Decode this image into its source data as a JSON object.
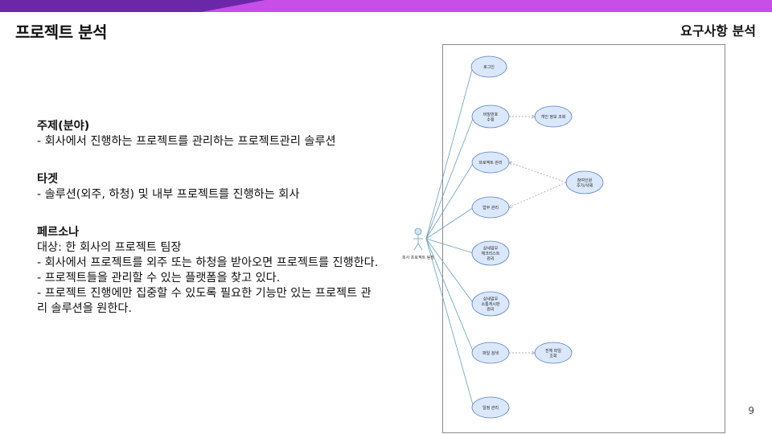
{
  "header": {
    "title": "프로젝트 분석",
    "section": "요구사항 분석"
  },
  "page_number": "9",
  "content": {
    "topic": {
      "heading": "주제(분야)",
      "lines": [
        "- 회사에서 진행하는 프로젝트를 관리하는 프로젝트관리 솔루션"
      ]
    },
    "target": {
      "heading": "타겟",
      "lines": [
        "- 솔루션(외주, 하청) 및 내부 프로젝트를 진행하는 회사"
      ]
    },
    "persona": {
      "heading": "페르소나",
      "lines": [
        "대상: 한 회사의 프로젝트 팀장",
        "- 회사에서 프로젝트를 외주 또는 하청을 받아오면 프로젝트를 진행한다.",
        "- 프로젝트들을 관리할 수 있는 플랫폼을 찾고 있다.",
        "- 프로젝트 진행에만 집중할 수 있도록 필요한 기능만 있는 프로젝트 관",
        "리 솔루션을 원한다."
      ]
    }
  },
  "diagram": {
    "actor": "회사 프로젝트 팀장",
    "use_cases": [
      {
        "id": "login",
        "lines": [
          "로그인"
        ]
      },
      {
        "id": "pw",
        "lines": [
          "비밀번호",
          "수정"
        ]
      },
      {
        "id": "proj",
        "lines": [
          "프로젝트 관리"
        ]
      },
      {
        "id": "task",
        "lines": [
          "업무 관리"
        ]
      },
      {
        "id": "check",
        "lines": [
          "상세업무",
          "체크리스트",
          "관리"
        ]
      },
      {
        "id": "board",
        "lines": [
          "상세업무",
          "소통게시판",
          "관리"
        ]
      },
      {
        "id": "file",
        "lines": [
          "파일 검색"
        ]
      },
      {
        "id": "sched",
        "lines": [
          "일정 관리"
        ]
      },
      {
        "id": "info",
        "lines": [
          "개인 정보 조회"
        ]
      },
      {
        "id": "member",
        "lines": [
          "참여인원",
          "추가/삭제"
        ]
      },
      {
        "id": "allfile",
        "lines": [
          "전체 파일",
          "조회"
        ]
      }
    ]
  }
}
